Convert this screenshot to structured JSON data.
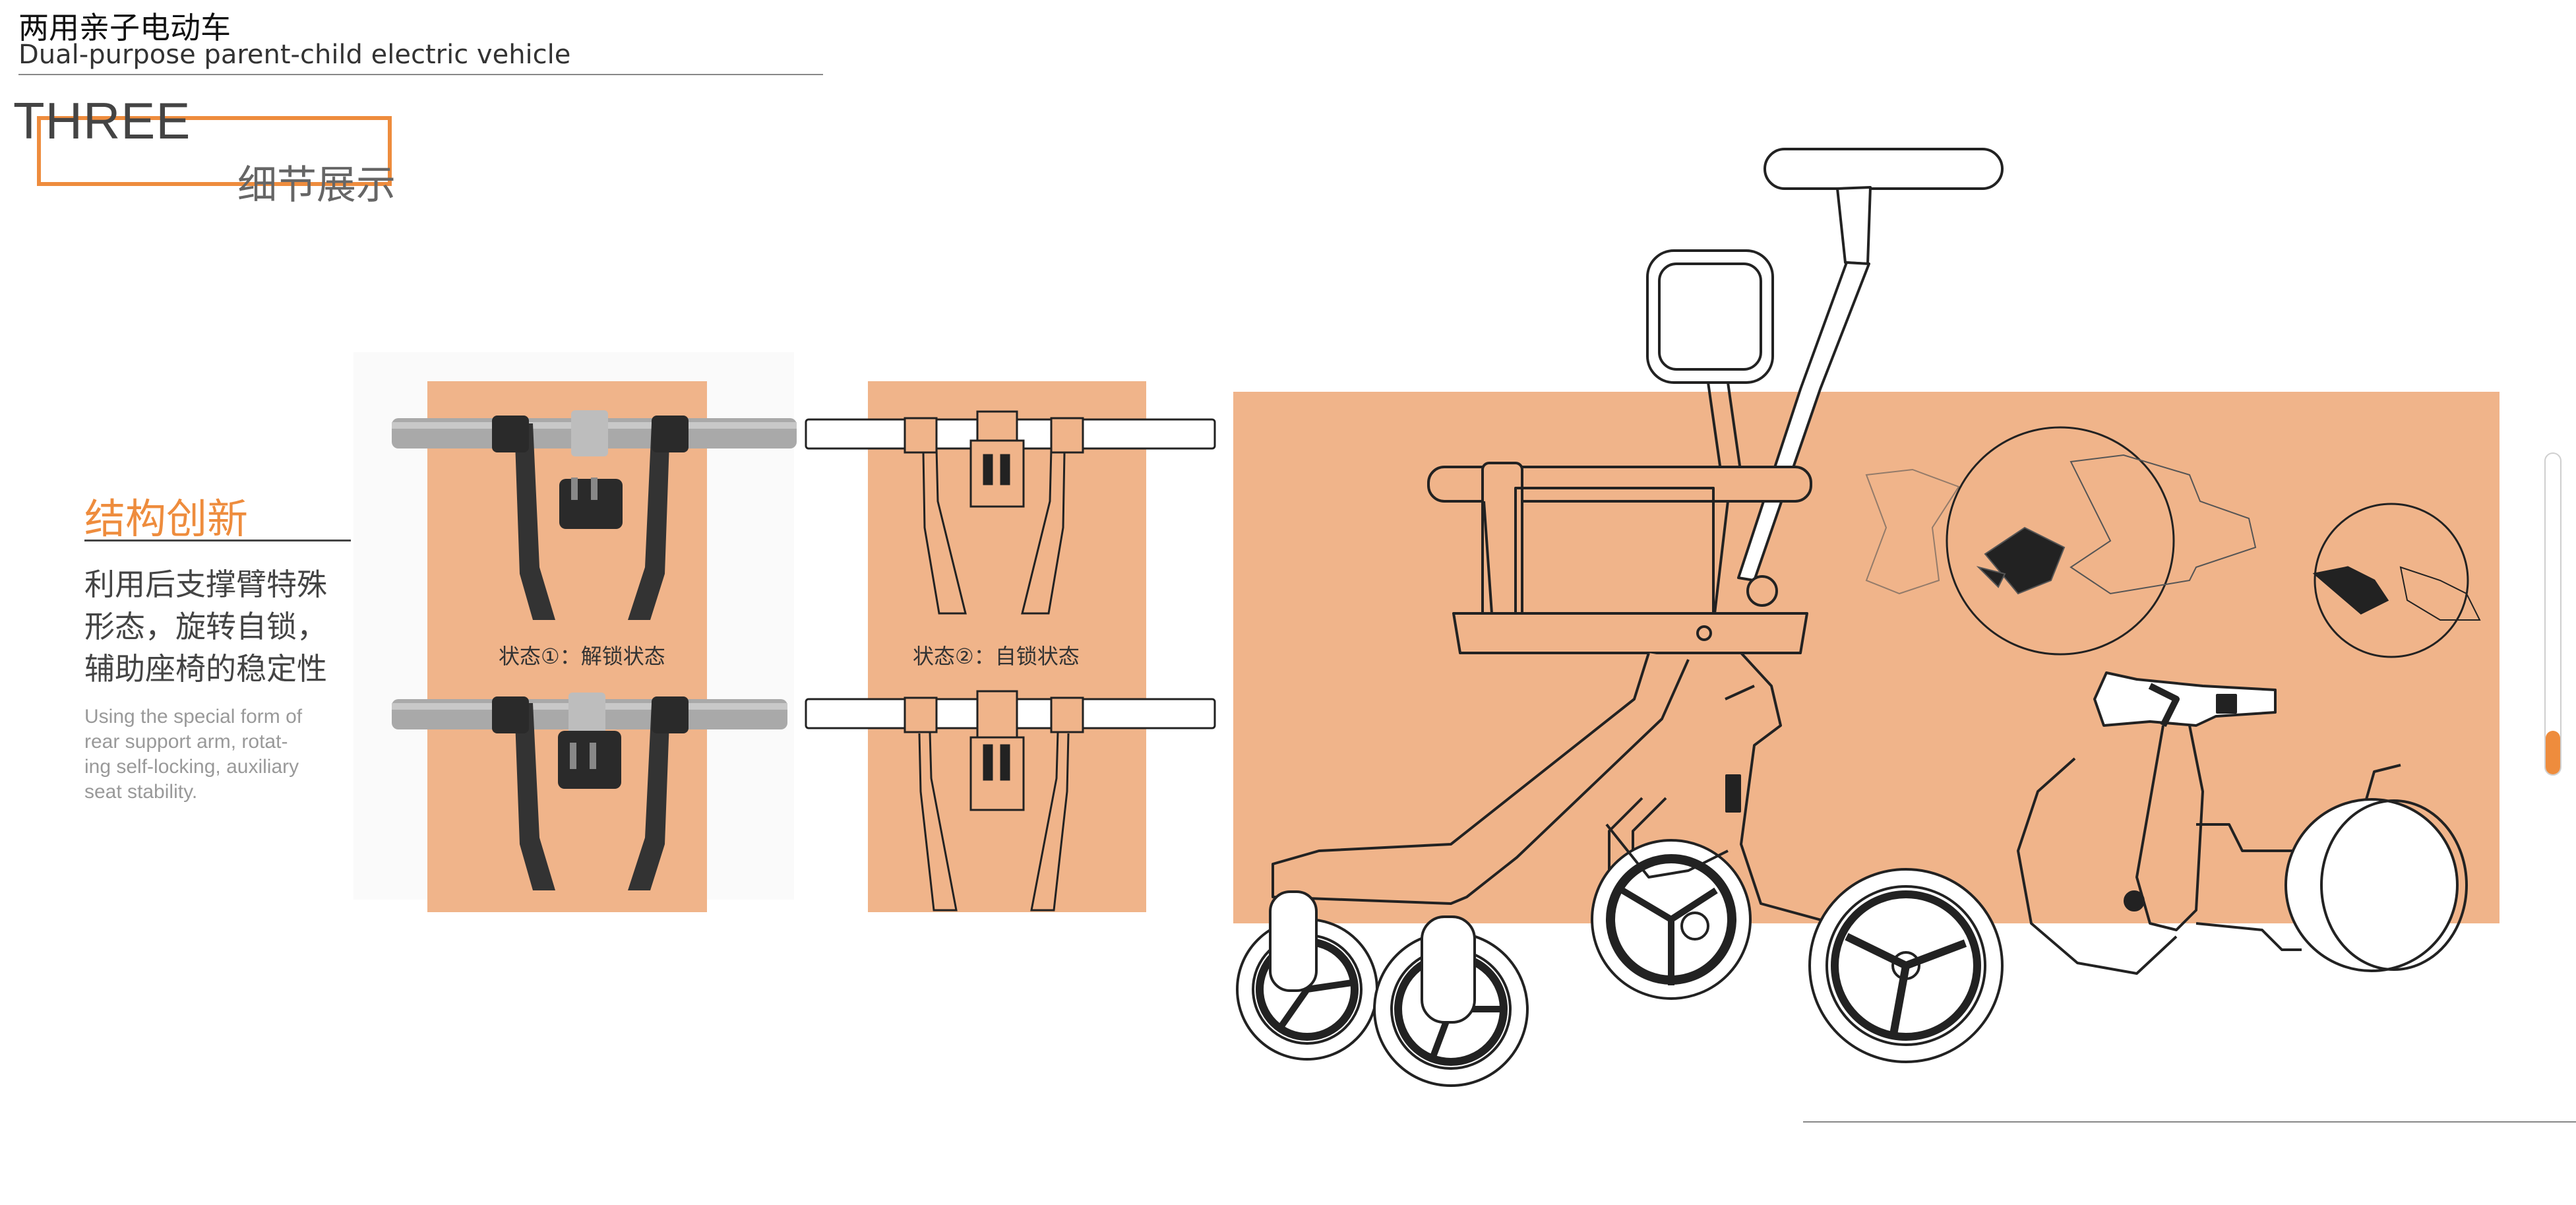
{
  "header": {
    "title_cn": "两用亲子电动车",
    "title_en": "Dual-purpose parent-child electric vehicle"
  },
  "section": {
    "number": "THREE",
    "title": "细节展示"
  },
  "structure": {
    "heading": "结构创新",
    "description_cn": [
      "利用后支撑臂特殊",
      "形态，旋转自锁，",
      "辅助座椅的稳定性"
    ],
    "description_en": [
      "Using the special form of",
      "rear support arm, rotat-",
      "ing self-locking, auxiliary",
      "seat stability."
    ]
  },
  "states": {
    "state1": "状态①：解锁状态",
    "state2": "状态②：自锁状态"
  },
  "colors": {
    "accent": "#ee8c3d",
    "panel": "#f0b48a",
    "line": "#222222",
    "grey_tube": "#a9a9a9"
  }
}
